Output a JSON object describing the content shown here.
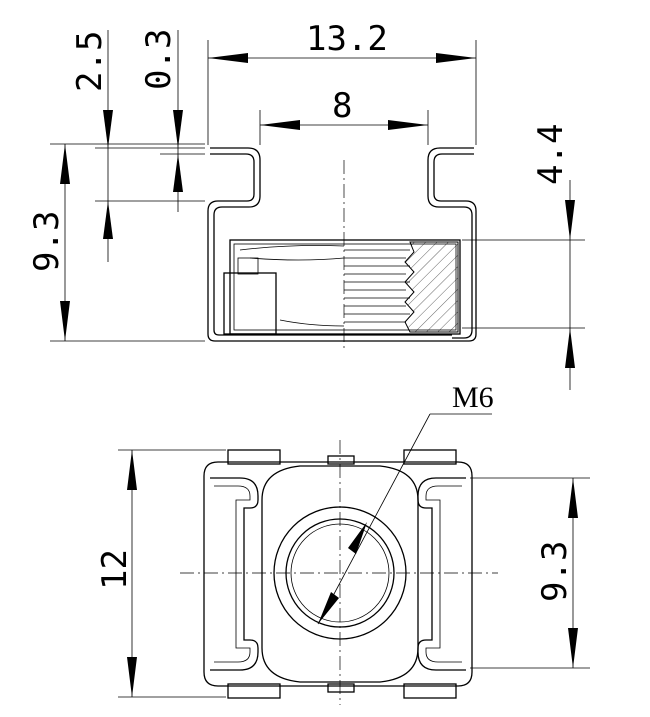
{
  "dimensions": {
    "overall_width": "13.2",
    "inner_width": "8",
    "clip_height": "2.5",
    "sheet_thickness": "0.3",
    "side_height": "9.3",
    "nut_height": "4.4",
    "front_height": "12",
    "front_width": "9.3"
  },
  "thread": {
    "label": "M6"
  }
}
